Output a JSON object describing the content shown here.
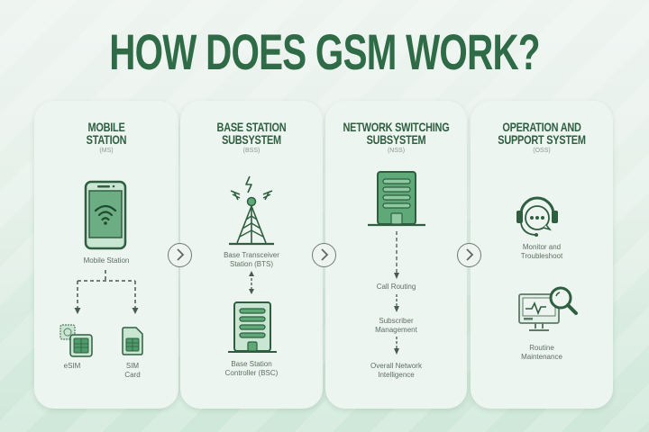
{
  "title": "HOW DOES GSM WORK?",
  "colors": {
    "primary_green": "#2f6b46",
    "icon_fill": "#5fa878",
    "icon_light": "#c8e6d2",
    "card_bg": "#edf5f0",
    "label_gray": "#5d6f64"
  },
  "cards": [
    {
      "title": "MOBILE\nSTATION",
      "abbr": "(MS)",
      "icon": "smartphone-wifi-icon",
      "main_label": "Mobile Station",
      "children": [
        {
          "label": "eSIM",
          "icon": "esim-chip-icon"
        },
        {
          "label": "SIM\nCard",
          "icon": "sim-card-icon"
        }
      ]
    },
    {
      "title": "BASE STATION\nSUBSYSTEM",
      "abbr": "(BSS)",
      "items": [
        {
          "label": "Base Transceiver\nStation (BTS)",
          "icon": "cell-tower-icon"
        },
        {
          "label": "Base Station\nController (BSC)",
          "icon": "building-icon"
        }
      ]
    },
    {
      "title": "NETWORK SWITCHING\nSUBSYSTEM",
      "abbr": "(NSS)",
      "icon": "building-icon",
      "steps": [
        "Call Routing",
        "Subscriber\nManagement",
        "Overall Network\nIntelligence"
      ]
    },
    {
      "title": "OPERATION AND\nSUPPORT SYSTEM",
      "abbr": "(OSS)",
      "items": [
        {
          "label": "Monitor and\nTroubleshoot",
          "icon": "headset-chat-icon"
        },
        {
          "label": "Routine\nMaintenance",
          "icon": "monitor-search-icon"
        }
      ]
    }
  ],
  "connectors": [
    "chevron-right-icon",
    "chevron-right-icon",
    "chevron-right-icon"
  ]
}
